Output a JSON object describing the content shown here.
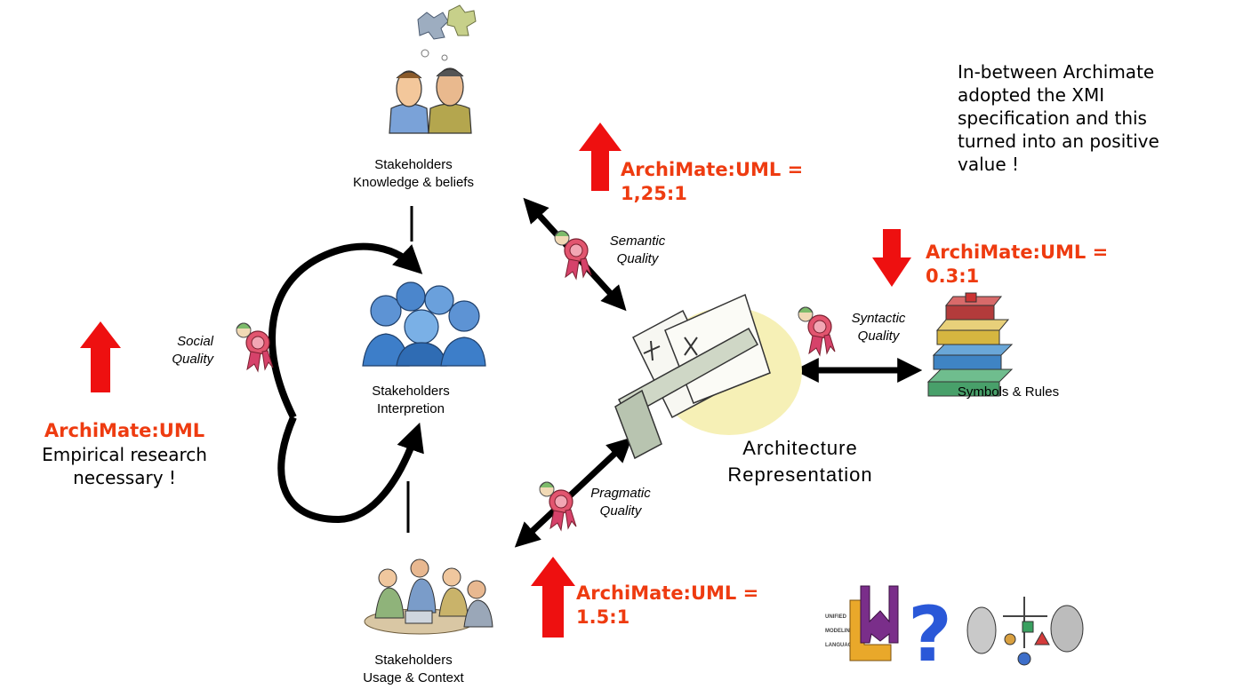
{
  "nodes": {
    "knowledge": [
      "Stakeholders",
      "Knowledge & beliefs"
    ],
    "interpretation": [
      "Stakeholders",
      "Interpretion"
    ],
    "usage": [
      "Stakeholders",
      "Usage & Context"
    ],
    "architecture": [
      "Architecture",
      "Representation"
    ],
    "symbols": "Symbols & Rules"
  },
  "qualities": {
    "social": [
      "Social",
      "Quality"
    ],
    "semantic": [
      "Semantic",
      "Quality"
    ],
    "syntactic": [
      "Syntactic",
      "Quality"
    ],
    "pragmatic": [
      "Pragmatic",
      "Quality"
    ]
  },
  "ratios": {
    "semantic": {
      "label": "ArchiMate:UML =",
      "value": "1,25:1",
      "direction": "up"
    },
    "syntactic": {
      "label": "ArchiMate:UML =",
      "value": "0.3:1",
      "direction": "down"
    },
    "pragmatic": {
      "label": "ArchiMate:UML =",
      "value": "1.5:1",
      "direction": "up"
    },
    "social": {
      "label": "ArchiMate:UML",
      "direction": "up",
      "note": [
        "Empirical research",
        "necessary !"
      ]
    }
  },
  "note": [
    "In-between Archimate",
    "adopted  the XMI",
    "specification and this",
    "turned into an positive",
    "value !"
  ],
  "uml_logo": [
    "UNIFIED",
    "MODELING",
    "LANGUAGE"
  ],
  "colors": {
    "accent": "#ee3b10",
    "arrow": "#000000",
    "ribbon": "#d6426a",
    "person_blue": "#3d7ec9"
  }
}
